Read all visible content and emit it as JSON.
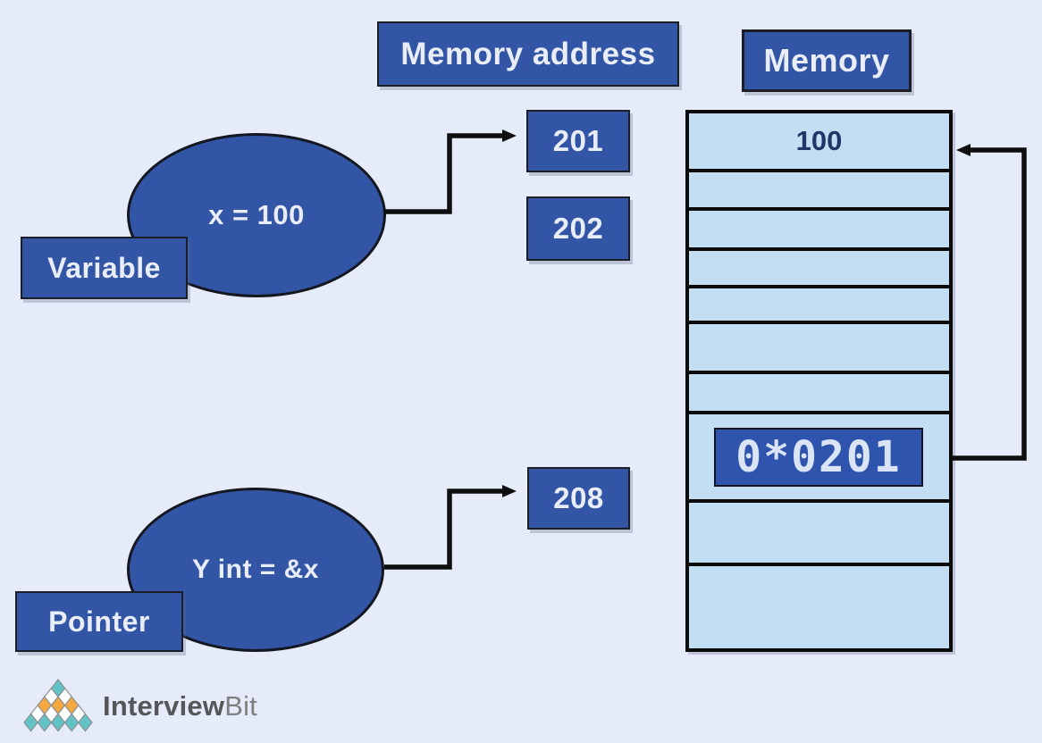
{
  "colors": {
    "background": "#e5ebf8",
    "panel_blue": "#3355a6",
    "badge_blue": "#2e54ad",
    "cell_light_blue": "#c3ddf2",
    "navy_value_text": "#1e3767",
    "label_text": "#e9edf8",
    "arrow_black": "#0e0e0e",
    "logo_teal": "#62c3c6",
    "logo_orange": "#f4a83d",
    "logo_white": "#ffffff",
    "logo_text_dark": "#55565a",
    "logo_text_light": "#7f8083"
  },
  "header": {
    "memory_address_label": "Memory address",
    "memory_label": "Memory"
  },
  "variable": {
    "ellipse_text": "x = 100",
    "label": "Variable"
  },
  "pointer": {
    "ellipse_text": "Y int = &x",
    "label": "Pointer"
  },
  "address_boxes": [
    {
      "value": "201"
    },
    {
      "value": "202"
    },
    {
      "value": "208"
    }
  ],
  "memory": {
    "rows": [
      {
        "value": "100"
      },
      {
        "value": ""
      },
      {
        "value": ""
      },
      {
        "value": ""
      },
      {
        "value": ""
      },
      {
        "value": ""
      },
      {
        "value": ""
      },
      {
        "value": "0*0201"
      },
      {
        "value": ""
      },
      {
        "value": ""
      }
    ]
  },
  "logo": {
    "brand_primary": "Interview",
    "brand_secondary": "Bit"
  }
}
